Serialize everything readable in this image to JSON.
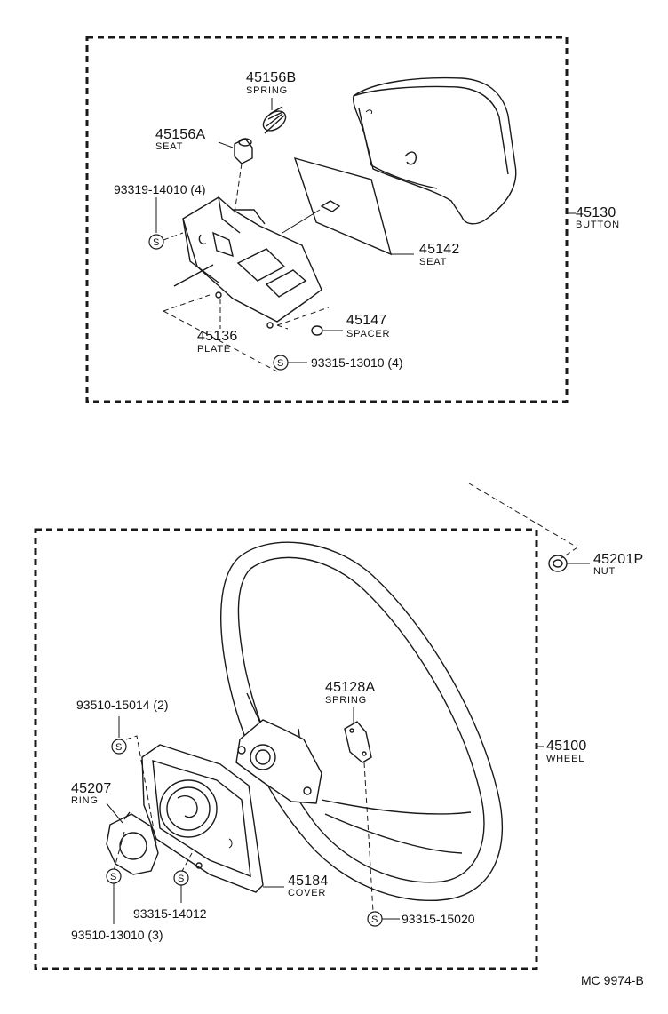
{
  "drawing_id": "MC  9974-B",
  "symbol_letter": "S",
  "button_group": {
    "parts": [
      {
        "number": "45156B",
        "name": "SPRING"
      },
      {
        "number": "45156A",
        "name": "SEAT"
      },
      {
        "number": "93319-14010 (4)",
        "name": ""
      },
      {
        "number": "45142",
        "name": "SEAT"
      },
      {
        "number": "45147",
        "name": "SPACER"
      },
      {
        "number": "45136",
        "name": "PLATE"
      },
      {
        "number": "93315-13010 (4)",
        "name": ""
      }
    ],
    "assembly": {
      "number": "45130",
      "name": "BUTTON"
    }
  },
  "wheel_group": {
    "parts": [
      {
        "number": "45128A",
        "name": "SPRING"
      },
      {
        "number": "93510-15014 (2)",
        "name": ""
      },
      {
        "number": "45207",
        "name": "RING"
      },
      {
        "number": "45184",
        "name": "COVER"
      },
      {
        "number": "93315-14012",
        "name": ""
      },
      {
        "number": "93510-13010 (3)",
        "name": ""
      },
      {
        "number": "93315-15020",
        "name": ""
      }
    ],
    "assembly": {
      "number": "45100",
      "name": "WHEEL"
    }
  },
  "nut": {
    "number": "45201P",
    "name": "NUT"
  }
}
